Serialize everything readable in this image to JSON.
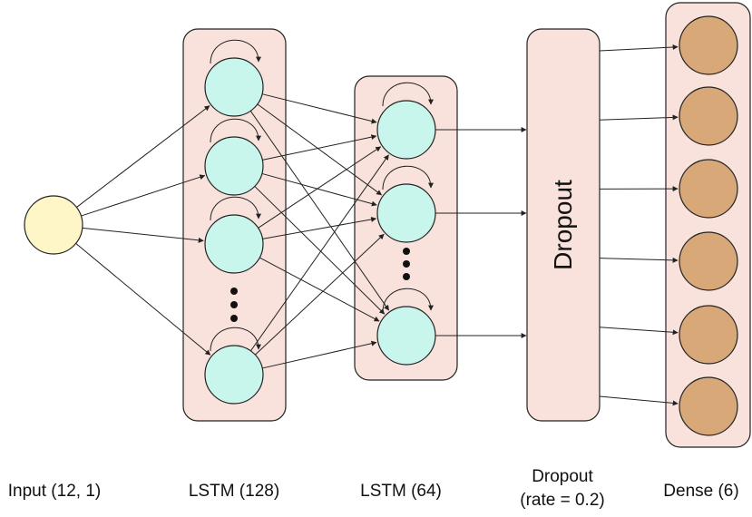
{
  "diagram": {
    "layers": [
      {
        "id": "input",
        "label": "Input (12, 1)",
        "visible_nodes": 1,
        "color": "#fff6c8"
      },
      {
        "id": "lstm1",
        "label": "LSTM (128)",
        "visible_nodes": 4,
        "ellipsis": true,
        "recurrent": true,
        "box_color": "#f9e2dc",
        "node_color": "#c8f5ec"
      },
      {
        "id": "lstm2",
        "label": "LSTM (64)",
        "visible_nodes": 3,
        "ellipsis": true,
        "recurrent": true,
        "box_color": "#f9e2dc",
        "node_color": "#c8f5ec"
      },
      {
        "id": "dropout",
        "label_line1": "Dropout",
        "label_line2": "(rate = 0.2)",
        "box_text": "Dropout",
        "box_color": "#f9e2dc"
      },
      {
        "id": "dense",
        "label": "Dense (6)",
        "visible_nodes": 6,
        "box_color": "#f9e2dc",
        "node_color": "#d8a878"
      }
    ]
  }
}
